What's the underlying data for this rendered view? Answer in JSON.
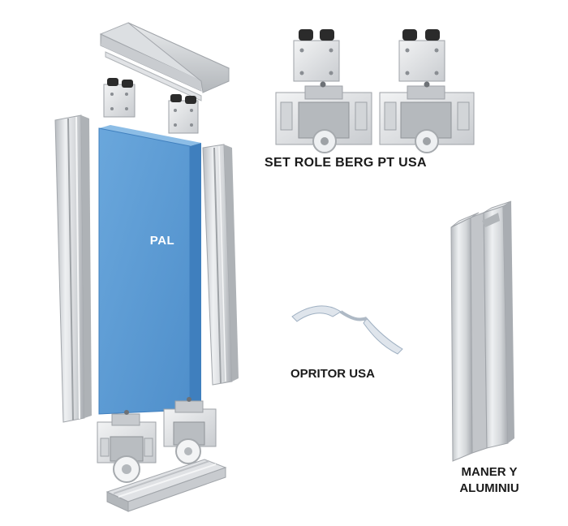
{
  "labels": {
    "panel": "PAL",
    "roller_set": "SET ROLE BERG  PT USA",
    "door_stop": "OPRITOR USA",
    "handle_line1": "MANER Y",
    "handle_line2": "ALUMINIU"
  },
  "colors": {
    "panel_blue": "#5b9bd5",
    "aluminum_light": "#e6e8ea",
    "aluminum_mid": "#c3c6ca",
    "aluminum_dark": "#9a9ea3",
    "rubber": "#2b2b2b"
  }
}
